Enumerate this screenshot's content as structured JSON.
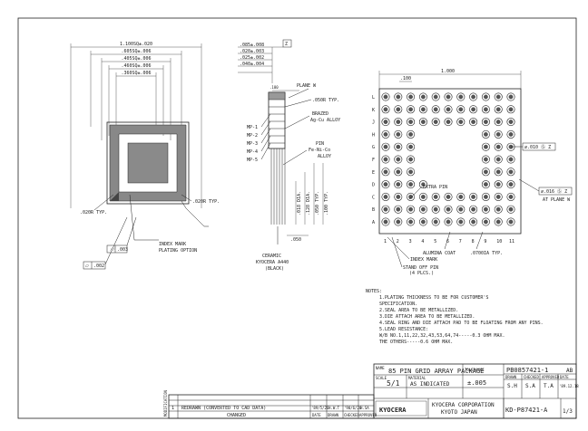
{
  "front_view": {
    "dims": [
      "1.100SQ±.020",
      ".605SQ±.006",
      ".405SQ±.006",
      ".460SQ±.006",
      ".360SQ±.006"
    ],
    "typ_label": ".020R TYP.",
    "r_typ_label": ".020R TYP.",
    "index_mark": "INDEX MARK",
    "plating_option": "PLATING OPTION",
    "tol1": ".003",
    "tol2": ".002"
  },
  "side_view": {
    "dims": [
      ".085±.008",
      ".020±.003",
      ".025±.002",
      ".040±.004"
    ],
    "datum_top": "Z",
    "plane_w": "PLANE W",
    "ref_180": ".180",
    "typ_050": ".050R TYP.",
    "brazed": "BRAZED",
    "brazed_alloy": "Ag-Cu ALLOY",
    "pin": "PIN",
    "pin_alloy": "Fe-Ni-Co",
    "pin_alloy2": "ALLOY",
    "mp_labels": [
      "MP-1",
      "MP-2",
      "MP-3",
      "MP-4",
      "MP-5"
    ],
    "vert_dims": [
      ".018 DIA.",
      ".128 DIA.",
      ".050 TYP.",
      ".100 TYP."
    ],
    "bottom_dim": ".050",
    "ceramic": "CERAMIC",
    "ceramic_spec": "KYOCERA A440",
    "ceramic_color": "(BLACK)"
  },
  "bottom_view": {
    "width_dim": "1.000",
    "pitch_dim": ".100",
    "rows": [
      "L",
      "K",
      "J",
      "H",
      "G",
      "F",
      "E",
      "D",
      "C",
      "B",
      "A"
    ],
    "cols": [
      "1",
      "2",
      "3",
      "4",
      "5",
      "6",
      "7",
      "8",
      "9",
      "10",
      "11"
    ],
    "extra_pin": "EXTRA PIN",
    "index_mark": "INDEX MARK",
    "stand_off": "STAND OFF PIN",
    "stand_off_count": "(4 PLCS.)",
    "alumina_coat": "ALUMINA COAT",
    "typ_label": ".0700IA TYP.",
    "fcf1": "⌀.010 Ⓢ Z",
    "fcf2": "⌀.016 Ⓢ Z",
    "at_plane": "AT PLANE W"
  },
  "notes": {
    "heading": "NOTES:",
    "lines": [
      "1.PLATING THICKNESS TO BE FOR CUSTOMER'S",
      "  SPECIFICATION.",
      "2.SEAL AREA TO BE METALLIZED.",
      "3.DIE ATTACH AREA TO BE METALLIZED.",
      "4.SEAL RING AND DIE ATTACH PAD TO BE FLOATING FROM ANY PINS.",
      "5.LEAD RESISTANCE:",
      "    W/B NO.1,11,22,32,43,53,64,74-----0.3 OHM MAX.",
      "    THE OTHERS-----0.6 OHM MAX."
    ]
  },
  "title_block": {
    "drawing_no_top": "PB0857421-1",
    "name_label": "NAME",
    "name": "85 PIN GRID ARRAY PACKAGE",
    "tolerance": "TOLERANCE",
    "scale_label": "SCALE",
    "scale": "5/1",
    "tol_value": "±.005",
    "material_label": "MATERIAL",
    "material": "AS INDICATED",
    "drawn_hdr": "DRAWN",
    "checked_hdr": "CHECKED",
    "approved_hdr": "APPROVED",
    "date_hdr": "DATE",
    "drawn": "S.H",
    "checked": "S.A",
    "approved": "T.A",
    "date": "'89.12.18",
    "company": "KYOCERA CORPORATION",
    "city": "KYOTO JAPAN",
    "logo": "KYOCERA",
    "drawing_no": "KD-P87421-A",
    "sheet": "1/3",
    "rev_note": "REDRAWN (CONVERTED TO CAD DATA)",
    "rev_mark": "1",
    "rev_date": "'89/5/26",
    "rev_drawn": "H.W.T",
    "rev_chk": "'90/6/26",
    "rev_app": "H.SA",
    "changed": "CHANGED",
    "modification": "MODIFICATION",
    "col_date": "DATE",
    "col_drawn": "DRAWN",
    "col_checked": "CHECKED",
    "col_approved": "APPROVED",
    "ab_label": "AB"
  }
}
